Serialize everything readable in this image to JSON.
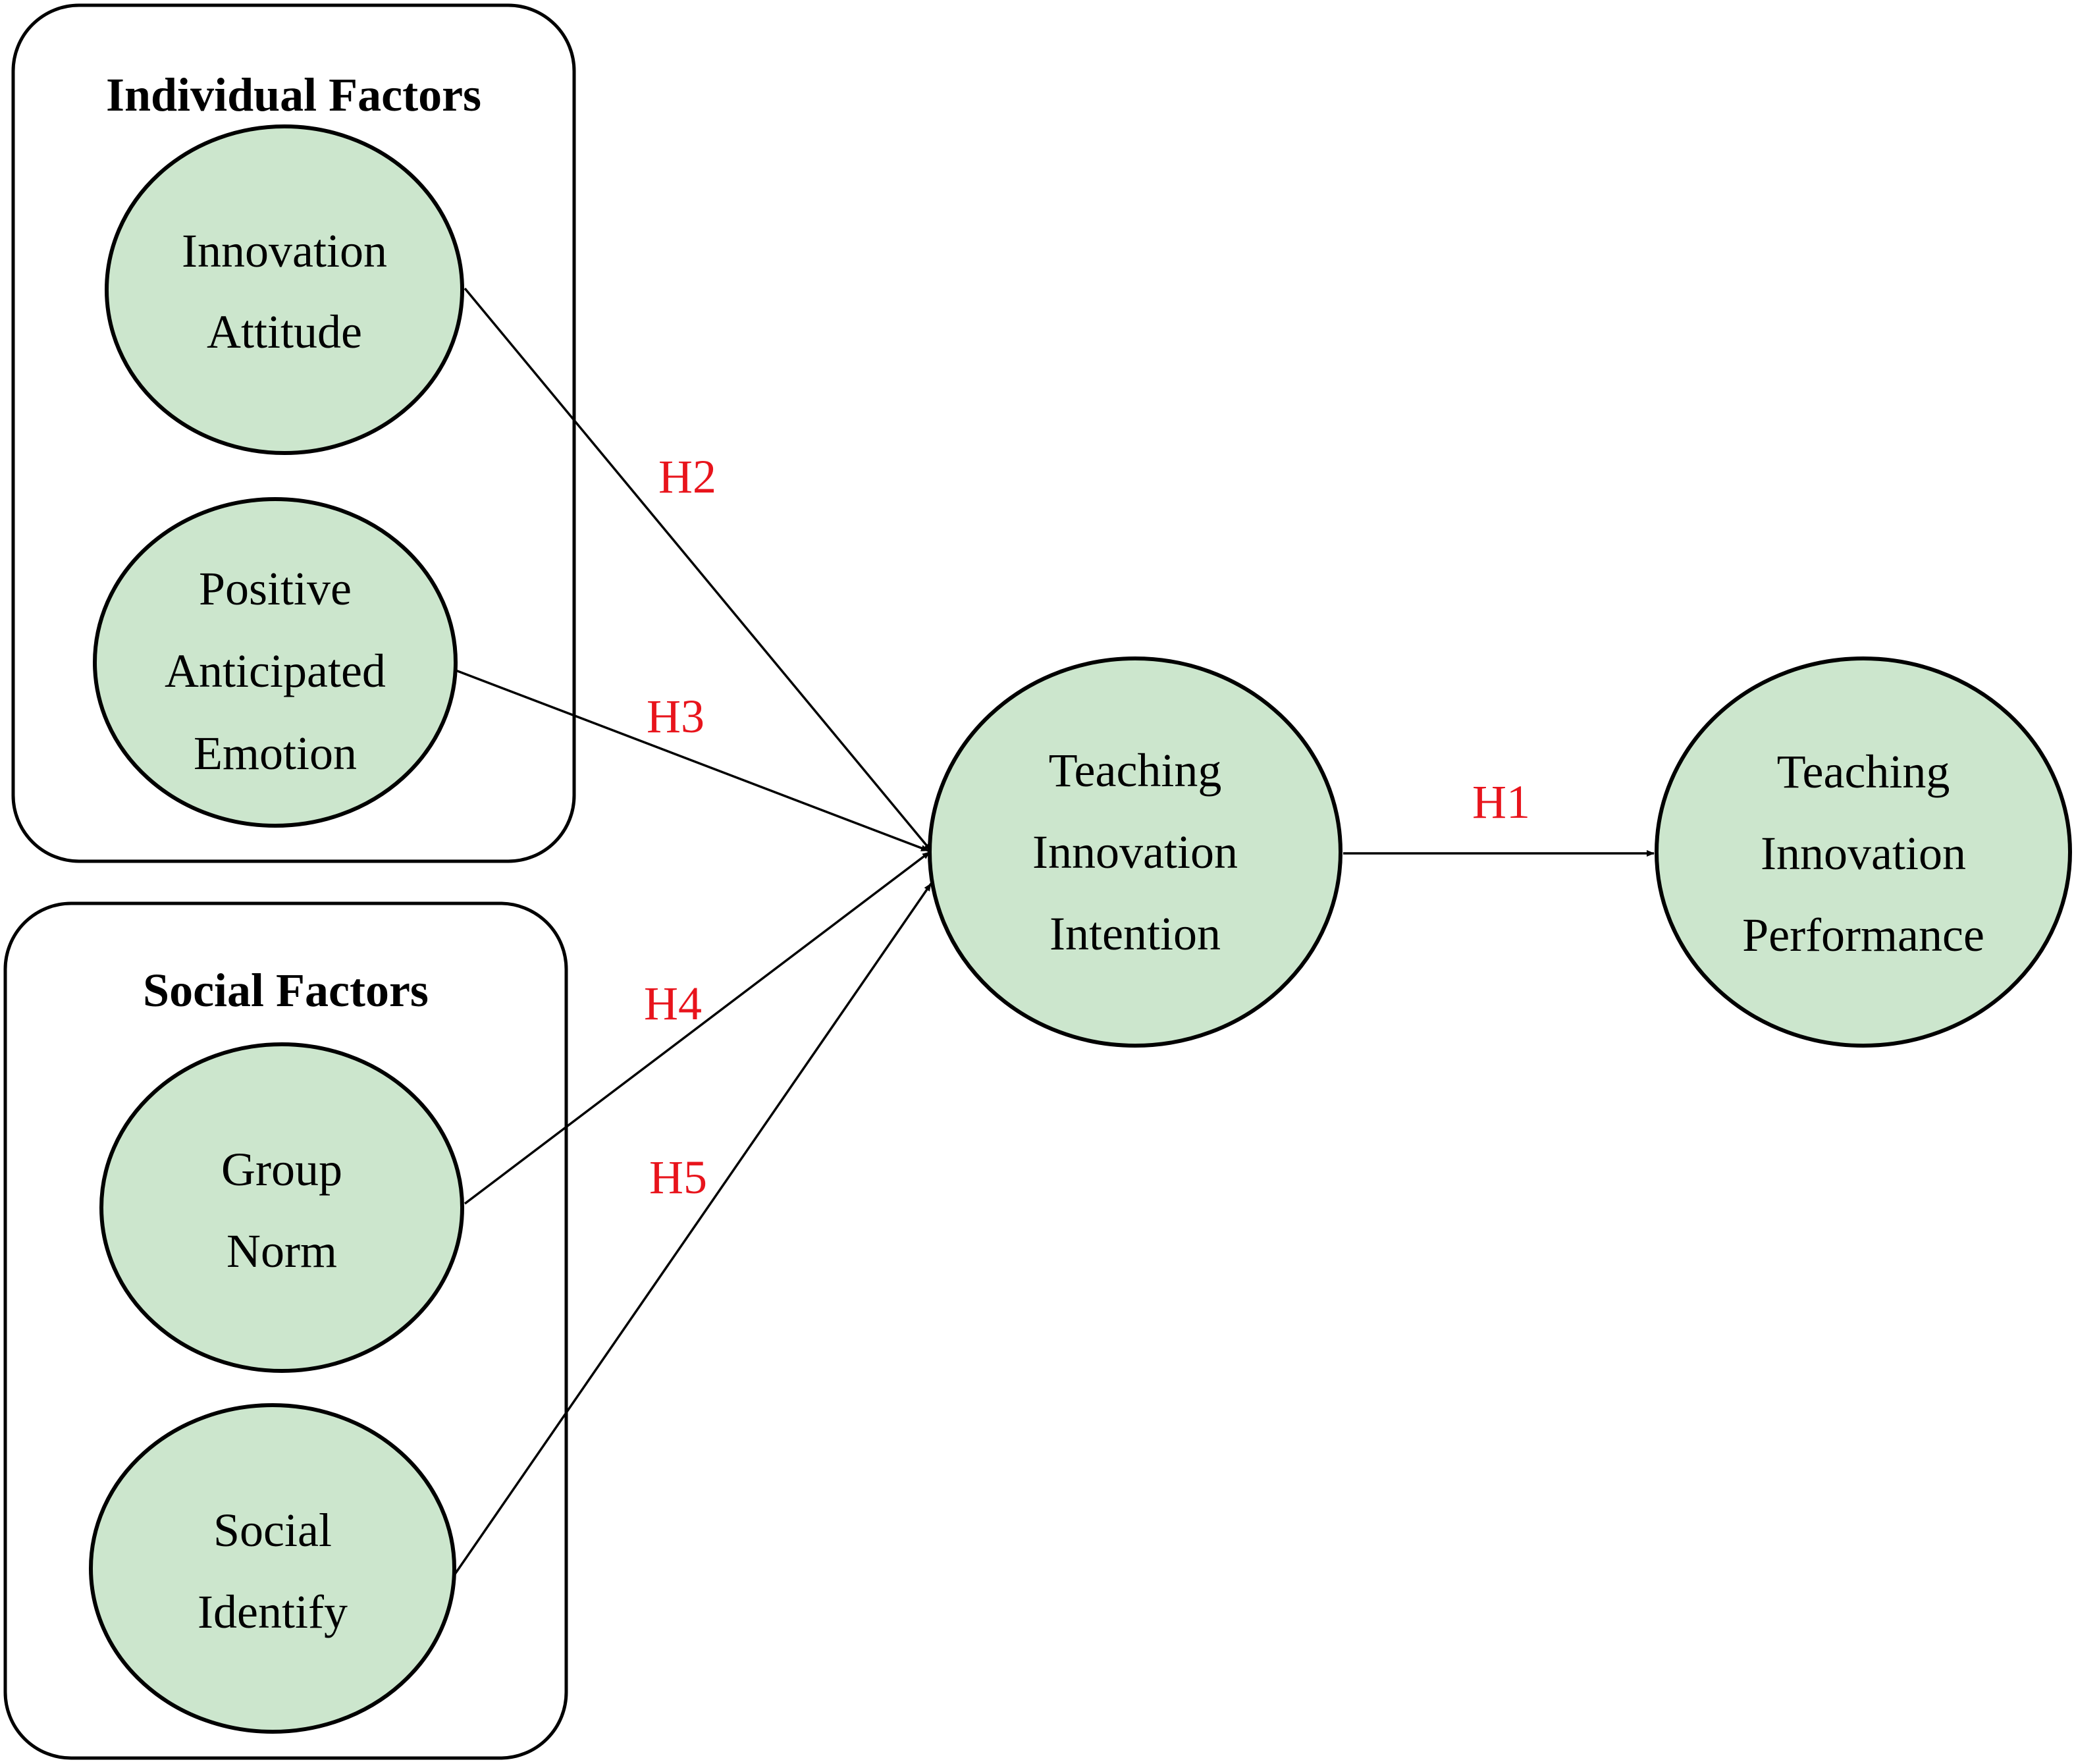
{
  "groups": {
    "individual": {
      "title": "Individual Factors"
    },
    "social": {
      "title": "Social Factors"
    }
  },
  "nodes": {
    "innovation_attitude": {
      "lines": [
        "Innovation",
        "Attitude"
      ]
    },
    "positive_anticipated_emotion": {
      "lines": [
        "Positive",
        "Anticipated",
        "Emotion"
      ]
    },
    "group_norm": {
      "lines": [
        "Group",
        "Norm"
      ]
    },
    "social_identify": {
      "lines": [
        "Social",
        "Identify"
      ]
    },
    "teaching_innovation_intention": {
      "lines": [
        "Teaching",
        "Innovation",
        "Intention"
      ]
    },
    "teaching_innovation_performance": {
      "lines": [
        "Teaching",
        "Innovation",
        "Performance"
      ]
    }
  },
  "edges": {
    "h1": {
      "label": "H1",
      "from": "teaching_innovation_intention",
      "to": "teaching_innovation_performance"
    },
    "h2": {
      "label": "H2",
      "from": "innovation_attitude",
      "to": "teaching_innovation_intention"
    },
    "h3": {
      "label": "H3",
      "from": "positive_anticipated_emotion",
      "to": "teaching_innovation_intention"
    },
    "h4": {
      "label": "H4",
      "from": "group_norm",
      "to": "teaching_innovation_intention"
    },
    "h5": {
      "label": "H5",
      "from": "social_identify",
      "to": "teaching_innovation_intention"
    }
  },
  "colors": {
    "node_fill": "#cce6cd",
    "hypothesis_label": "#e8141c",
    "stroke": "#000000"
  }
}
